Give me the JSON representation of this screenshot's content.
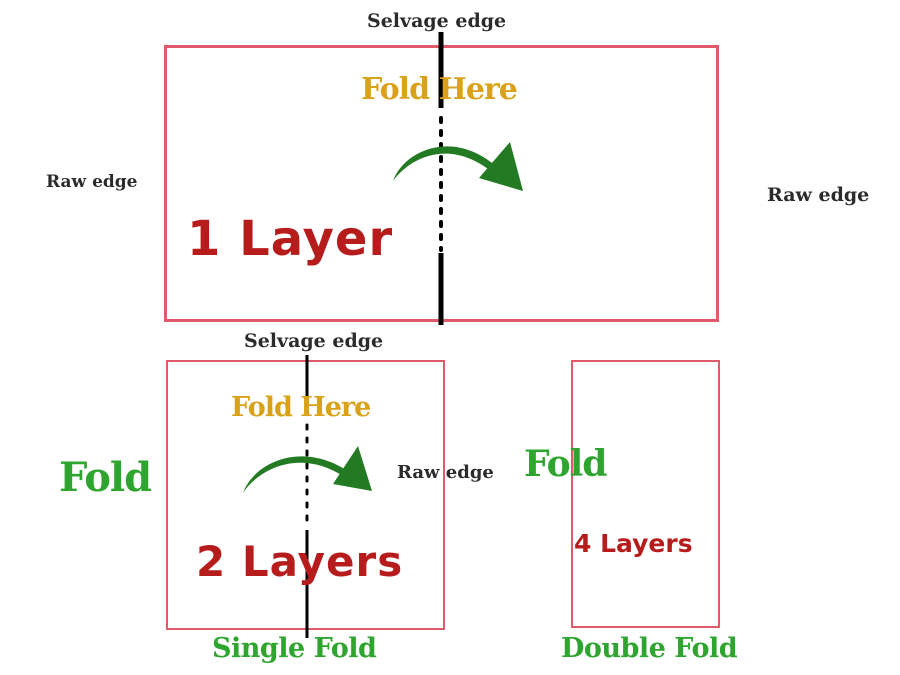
{
  "top": {
    "selvage_label": "Selvage edge",
    "fold_here_label": "Fold Here",
    "raw_edge_left": "Raw edge",
    "raw_edge_right": "Raw edge",
    "layers_label": "1 Layer"
  },
  "single_fold": {
    "selvage_label": "Selvage edge",
    "fold_here_label": "Fold Here",
    "fold_label": "Fold",
    "raw_edge_label": "Raw edge",
    "layers_label": "2 Layers",
    "caption": "Single Fold"
  },
  "double_fold": {
    "fold_label": "Fold",
    "layers_label": "4 Layers",
    "caption": "Double Fold"
  },
  "colors": {
    "box_border": "#e05a6b",
    "arrow": "#237a23",
    "gold_text": "#d9a21a",
    "green_text": "#2ea52e",
    "red_text": "#b71c1c"
  }
}
